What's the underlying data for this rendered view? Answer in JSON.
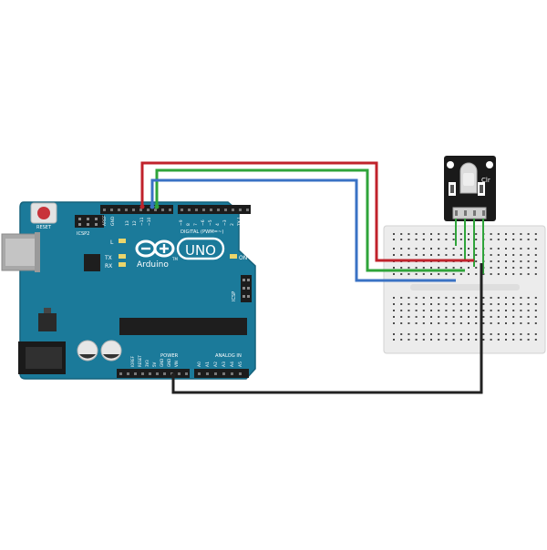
{
  "board": {
    "reset_label": "RESET",
    "icsp2_label": "ICSP2",
    "aref_label": "AREF",
    "gnd_label": "GND",
    "digital_label": "DIGITAL (PWM=~)",
    "pin_labels": [
      "13",
      "12",
      "~11",
      "~10",
      "~9",
      "8",
      "7",
      "~6",
      "~5",
      "4",
      "~3",
      "2",
      "TX 1",
      "RX 0"
    ],
    "l_label": "L",
    "tx_label": "TX",
    "rx_label": "RX",
    "on_label": "ON",
    "brand_label": "Arduino",
    "tm_label": "TM",
    "uno_label": "UNO",
    "icsp_label": "ICSP",
    "power_header_label": "POWER",
    "analog_header_label": "ANALOG IN",
    "power_pins": [
      "IOREF",
      "RESET",
      "3V3",
      "5V",
      "GND",
      "GND",
      "VIN"
    ],
    "analog_pins": [
      "A0",
      "A1",
      "A2",
      "A3",
      "A4",
      "A5"
    ]
  },
  "module": {
    "label": "Clr"
  },
  "colors": {
    "board": "#1b7a9a",
    "board_edge": "#15627c",
    "wire_red": "#c0222b",
    "wire_green": "#2fa43a",
    "wire_blue": "#3a72c4",
    "wire_black": "#222222",
    "breadboard": "#ebebeb",
    "module_pcb": "#1a1a1a"
  }
}
